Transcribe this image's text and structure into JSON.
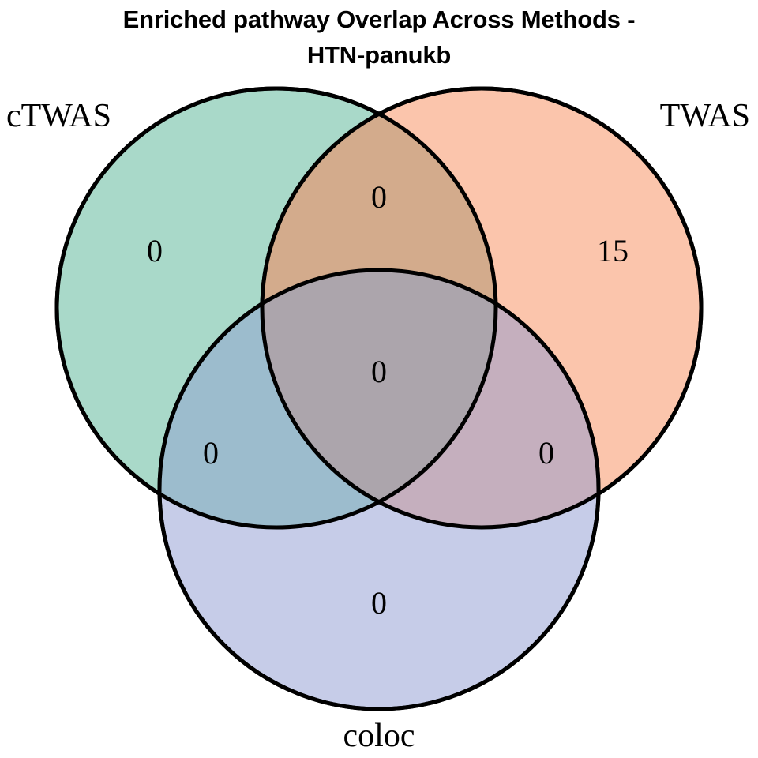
{
  "title": {
    "line1": "Enriched pathway Overlap Across Methods -",
    "line2": "HTN-panukb",
    "full": "Enriched pathway Overlap Across Methods - HTN-panukb"
  },
  "chart_data": {
    "type": "venn",
    "title": "Enriched pathway Overlap Across Methods - HTN-panukb",
    "sets": [
      {
        "key": "cTWAS",
        "label": "cTWAS",
        "color": "#a9d9c9",
        "position": "top-left"
      },
      {
        "key": "TWAS",
        "label": "TWAS",
        "color": "#fbc5ac",
        "position": "top-right"
      },
      {
        "key": "coloc",
        "label": "coloc",
        "color": "#c6cce8",
        "position": "bottom"
      }
    ],
    "regions": [
      {
        "id": "cTWAS-only",
        "sets": [
          "cTWAS"
        ],
        "label": "cTWAS only",
        "value": 0,
        "fill": "#a9d9c9"
      },
      {
        "id": "TWAS-only",
        "sets": [
          "TWAS"
        ],
        "label": "TWAS only",
        "value": 15,
        "fill": "#fbc5ac"
      },
      {
        "id": "coloc-only",
        "sets": [
          "coloc"
        ],
        "label": "coloc only",
        "value": 0,
        "fill": "#c6cce8"
      },
      {
        "id": "cTWAS-TWAS",
        "sets": [
          "cTWAS",
          "TWAS"
        ],
        "label": "cTWAS ∩ TWAS",
        "value": 0,
        "fill": "#d3ab8c"
      },
      {
        "id": "cTWAS-coloc",
        "sets": [
          "cTWAS",
          "coloc"
        ],
        "label": "cTWAS ∩ coloc",
        "value": 0,
        "fill": "#9cbccd"
      },
      {
        "id": "TWAS-coloc",
        "sets": [
          "TWAS",
          "coloc"
        ],
        "label": "TWAS ∩ coloc",
        "value": 0,
        "fill": "#c5afbe"
      },
      {
        "id": "cTWAS-TWAS-coloc",
        "sets": [
          "cTWAS",
          "TWAS",
          "coloc"
        ],
        "label": "cTWAS ∩ TWAS ∩ coloc",
        "value": 0,
        "fill": "#aca5ac"
      }
    ],
    "totals": {
      "cTWAS": 0,
      "TWAS": 15,
      "coloc": 0
    },
    "stroke_color": "#000000",
    "background": "#ffffff"
  },
  "counts": {
    "ctwas_only": "0",
    "twas_only": "15",
    "coloc_only": "0",
    "ctwas_twas": "0",
    "ctwas_coloc": "0",
    "twas_coloc": "0",
    "all_three": "0"
  },
  "labels": {
    "ctwas": "cTWAS",
    "twas": "TWAS",
    "coloc": "coloc"
  },
  "colors": {
    "ctwas_fill": "#a9d9c9",
    "twas_fill": "#fbc5ac",
    "coloc_fill": "#c6cce8",
    "outline": "#000000",
    "background": "#ffffff",
    "text": "#000000"
  }
}
